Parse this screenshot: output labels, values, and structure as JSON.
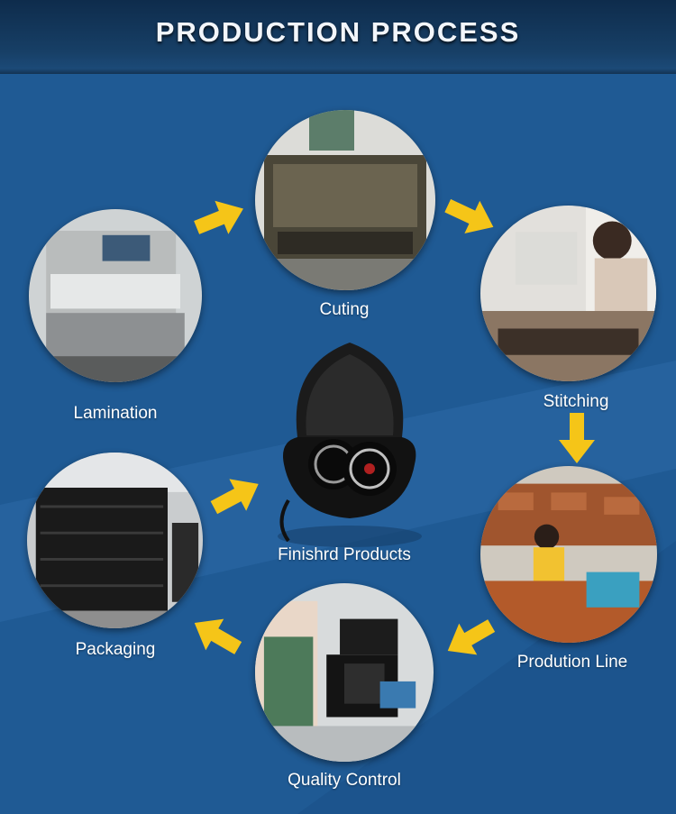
{
  "header": {
    "title": "PRODUCTION PROCESS"
  },
  "steps": {
    "lamination": "Lamination",
    "cuting": "Cuting",
    "stitching": "Stitching",
    "production_line": "Prodution Line",
    "quality_control": "Quality Control",
    "packaging": "Packaging",
    "finished": "Finishrd Products"
  },
  "colors": {
    "background": "#1f5a94",
    "arrow": "#f5c518",
    "text": "#ffffff"
  }
}
